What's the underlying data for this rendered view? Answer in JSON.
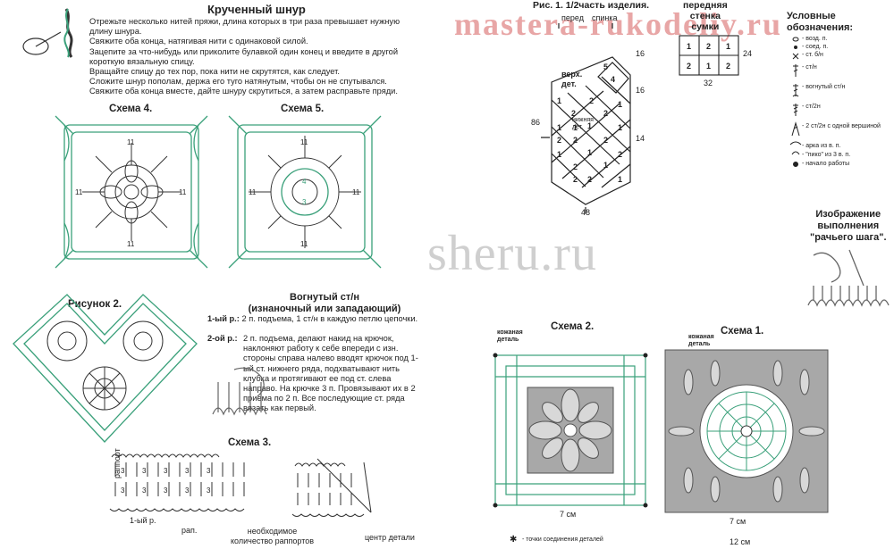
{
  "watermarks": {
    "top": "mastera-rukodeliy.ru",
    "middle": "sheru.ru"
  },
  "cord": {
    "title": "Крученный шнур",
    "text": "Отрежьте несколько нитей пряжи, длина которых в три раза превышает нужную длину шнура.\nСвяжите оба конца, натягивая нити с одинаковой силой.\nЗацепите за что-нибудь или приколите булавкой один конец и введите в другой короткую вязальную спицу.\nВращайте спицу до тех пор, пока нити не скрутятся, как следует.\nСложите шнур пополам, держа его туго натянутым, чтобы он не спутывался. Свяжите оба конца вместе, дайте шнуру скрутиться, а затем расправьте пряди."
  },
  "schemes": {
    "s4": "Схема 4.",
    "s5": "Схема 5.",
    "fig2": "Рисунок 2.",
    "s3": "Схема 3.",
    "s2": "Схема 2.",
    "s1": "Схема 1."
  },
  "concave": {
    "title": "Вогнутый ст/н\n(изнаночный или западающий)",
    "row1_label": "1-ый р.:",
    "row1_text": "2 п. подъема, 1 ст/н в каждую петлю цепочки.",
    "row2_label": "2-ой р.:",
    "row2_text": "2 п. подъема, делают накид на крючок, наклоняют работу к себе впереди с изн. стороны справа налево вводят крючок под 1-ый ст. нижнего ряда, подхватывают нить клубка и протягивают ее под ст. слева направо. На крючке 3 п. Провязывают их в 2 приема по 2 п. Все последующие ст. ряда вязать как первый."
  },
  "scheme3": {
    "rapport": "раппорт",
    "row1": "1-ый р.",
    "rap": "рап.",
    "needed": "необходимое\nколичество раппортов",
    "center": "центр детали"
  },
  "figure1": {
    "title": "Рис. 1. 1/2часть изделия.",
    "front": "перед",
    "back": "спинка",
    "top_part": "верх.\nдет.",
    "bottom_part": "нижняя\nдет.",
    "dims": {
      "d86": "86",
      "d48": "48",
      "d16a": "16",
      "d16b": "16",
      "d14": "14"
    },
    "cells": [
      "1",
      "2",
      "1",
      "2",
      "1",
      "2",
      "1",
      "2",
      "1",
      "2",
      "1",
      "2",
      "1",
      "2",
      "1",
      "2",
      "1",
      "2",
      "1",
      "2",
      "4",
      "5"
    ]
  },
  "front_wall": {
    "title": "передняя\nстенка\nсумки",
    "cells": [
      "1",
      "2",
      "1",
      "2",
      "1",
      "2"
    ],
    "w": "32",
    "h": "24"
  },
  "legend": {
    "title": "Условные\nобозначения:",
    "items": [
      "- возд. п.",
      "- соед. п.",
      "- ст. б/н",
      "- ст/н",
      "- вогнутый ст/н",
      "- ст/2н",
      "- 2 ст/2н с одной вершиной",
      "- арка из в. п.",
      "- \"пико\" из 3 в. п.",
      "- начало работы"
    ]
  },
  "crab": {
    "title": "Изображение\nвыполнения\n\"рачьего шага\"."
  },
  "bottom": {
    "leather1": "кожаная\nдеталь",
    "leather2": "кожаная\nдеталь",
    "cm7a": "7 см",
    "cm7b": "7 см",
    "cm12": "12 см",
    "joints": "- точки соединения деталей"
  },
  "motif_numbers": [
    "11",
    "11",
    "11",
    "11",
    "3",
    "4"
  ],
  "colors": {
    "green": "#3aa07a",
    "dark": "#333333",
    "gray": "#9a9a9a",
    "watermark": "#e8a6a6"
  }
}
